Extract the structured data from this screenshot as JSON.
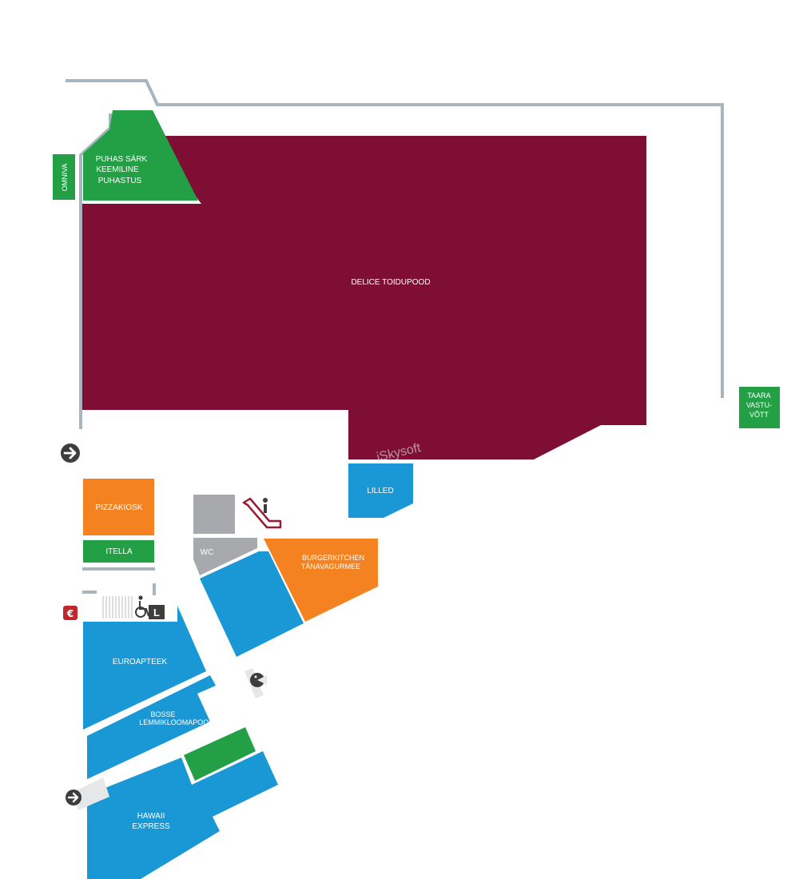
{
  "colors": {
    "food_store": "#7f0e35",
    "green": "#23a046",
    "blue": "#1a98d5",
    "orange": "#f58220",
    "gray": "#a7a9ac",
    "wall": "#a9b5bd",
    "euro": "#c0272d",
    "escalator": "#9b1b30",
    "icon_dark": "#3d3d3d",
    "watermark": "#cfcfcf"
  },
  "stores": {
    "delice": "DELICE TOIDUPOOD",
    "puhas_sark": [
      "PUHAS SÄRK",
      "KEEMILINE",
      "PUHASTUS"
    ],
    "omniva": "OMNIVA",
    "taara": [
      "TAARA",
      "VASTU-",
      "VÕTT"
    ],
    "lilled": "LILLED",
    "pizzakiosk": "PIZZAKIOSK",
    "itella": "ITELLA",
    "wc": "WC",
    "burgerkitchen": [
      "BURGERKITCHEN",
      "TÄNAVAGURMEE"
    ],
    "euroapteek": "EUROAPTEEK",
    "bosse": [
      "BOSSE",
      "LEMMIKLOOMAPOOD"
    ],
    "hawaii": [
      "HAWAII",
      "EXPRESS"
    ]
  },
  "icons": {
    "entrance": "arrow-circle-right-icon",
    "exit": "arrow-circle-right-icon",
    "escalator": "escalator-icon",
    "accessibility": "wheelchair-icon",
    "lift": "L",
    "euro": "€",
    "pacman": "pacman-icon",
    "stairs": "stairs-icon"
  },
  "watermark": "iSkysoft"
}
